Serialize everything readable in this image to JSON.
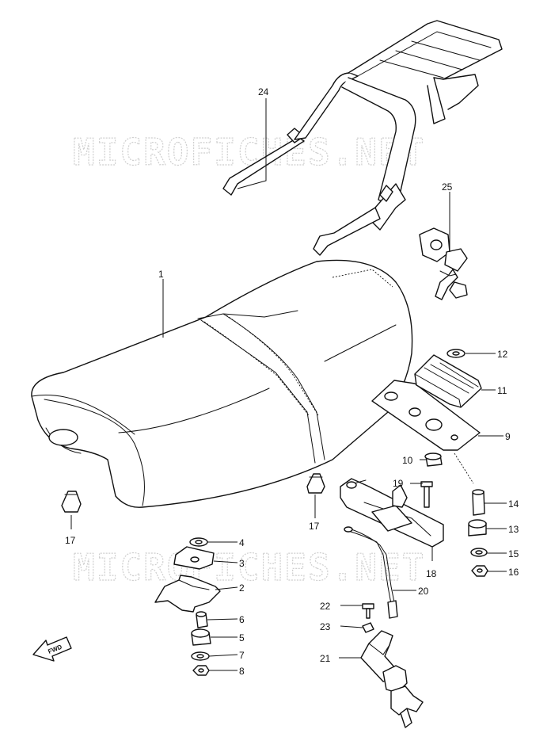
{
  "watermark": {
    "top": "MICROFICHES.NET",
    "bottom": "MICROFICHES.NET"
  },
  "direction_arrow": {
    "label": "FWD",
    "icon": "forward-arrow-icon"
  },
  "callouts": {
    "p1": "1",
    "p2": "2",
    "p3": "3",
    "p4": "4",
    "p5": "5",
    "p6": "6",
    "p7": "7",
    "p8": "8",
    "p9": "9",
    "p10": "10",
    "p11": "11",
    "p12": "12",
    "p13": "13",
    "p14": "14",
    "p15": "15",
    "p16": "16",
    "p17a": "17",
    "p17b": "17",
    "p18": "18",
    "p19": "19",
    "p20": "20",
    "p21": "21",
    "p22": "22",
    "p23": "23",
    "p24": "24",
    "p25": "25"
  }
}
